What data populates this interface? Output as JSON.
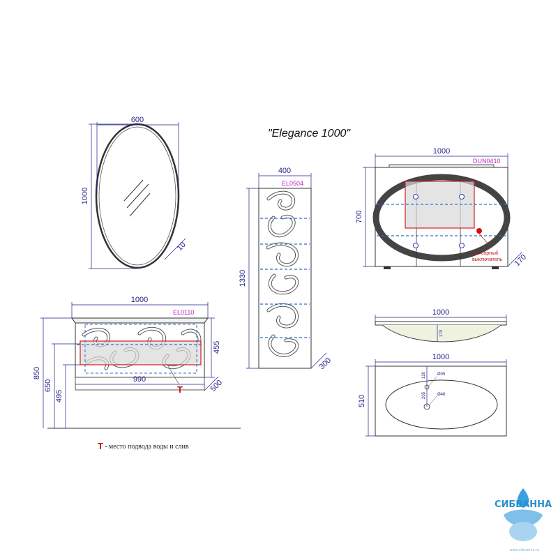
{
  "title": "\"Elegance 1000\"",
  "mirror": {
    "width": "600",
    "height": "1000",
    "depth": "10"
  },
  "cabinet": {
    "code": "EL0504",
    "width": "400",
    "height": "1330",
    "depth": "300"
  },
  "mirror_cabinet": {
    "code": "DUN0410",
    "width": "1000",
    "height": "700",
    "depth": "170",
    "switch_label_line1": "Сенсорный",
    "switch_label_line2": "выключатель"
  },
  "vanity": {
    "code": "EL0110",
    "width": "1000",
    "inner_width": "990",
    "height": "455",
    "depth": "500",
    "floor_850": "850",
    "floor_650": "650",
    "floor_495": "495",
    "marker": "T"
  },
  "sink_side": {
    "width": "1000",
    "bowl_depth": "170"
  },
  "sink_top": {
    "width": "1000",
    "depth": "510",
    "d_small": "Ø35",
    "d_drain": "Ø46",
    "dim_120": "120",
    "dim_205": "205"
  },
  "legend": {
    "marker": "T",
    "text": "- место подвода воды и слив"
  },
  "logo": {
    "name": "СИБВАННА",
    "url": "www.sibvanna.ru"
  },
  "colors": {
    "dimension": "#1f1f8a",
    "code": "#c020c0",
    "marker": "#d01010",
    "dashed": "#2a6fd0",
    "logo": "#2a8fd0"
  }
}
